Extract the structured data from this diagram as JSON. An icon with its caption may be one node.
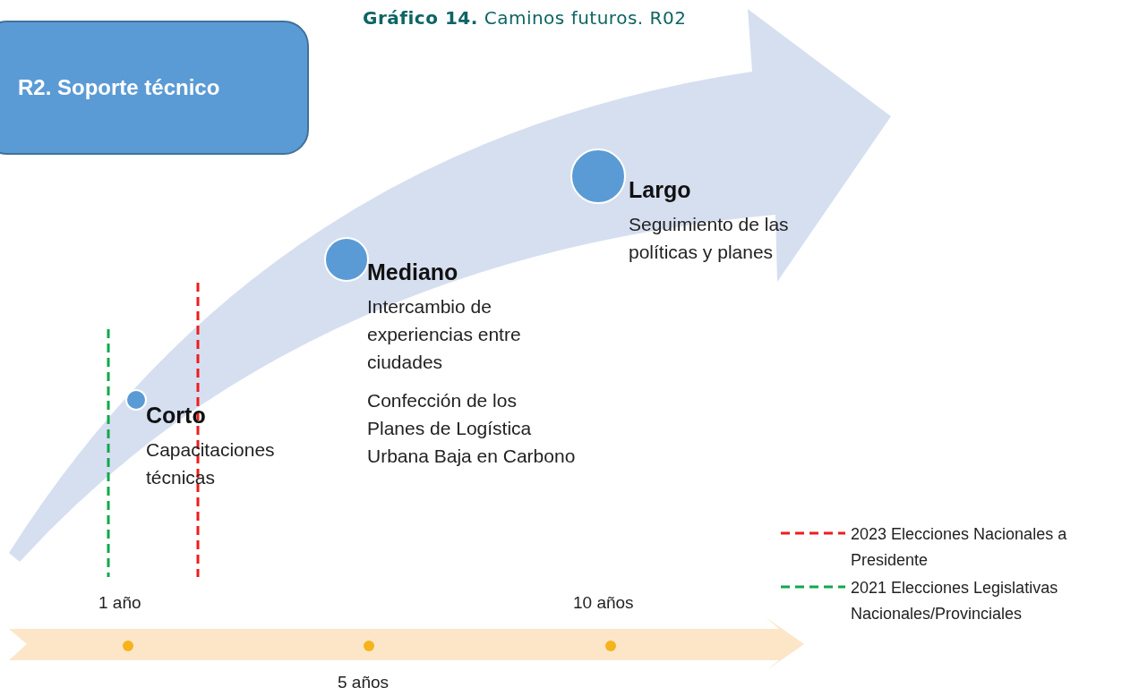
{
  "diagram": {
    "title": "**Gráfico 14.** Caminos futuros. R02",
    "nodes": [
      {
        "text": [
          "R2. Soporte técnico"
        ]
      },
      {
        "text": [
          "Corto",
          "Capacitaciones técnicas"
        ]
      },
      {
        "text": [
          "Mediano",
          "Intercambio de experiencias entre ciudades",
          "Confección de los Planes de Logística Urbana Baja en Carbono"
        ]
      },
      {
        "text": [
          "Largo",
          "Seguimiento de las políticas y planes"
        ]
      }
    ],
    "labels": [
      "1 año",
      "10 años",
      "5 años"
    ],
    "legend": [
      {
        "text": "2023 Elecciones Nacionales a Presidente"
      },
      {
        "text": "2021 Elecciones Legislativas Nacionales/Provinciales"
      }
    ]
  }
}
